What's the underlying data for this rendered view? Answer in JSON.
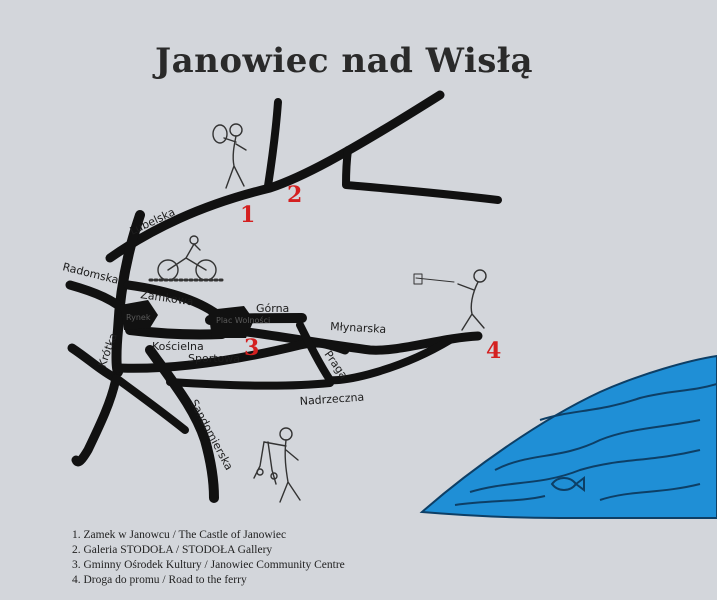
{
  "title": "Janowiec nad Wisłą",
  "colors": {
    "background": "#d3d6db",
    "road": "#111111",
    "marker": "#d42020",
    "river": "#1f8fd6"
  },
  "streets": {
    "lubelska": "Lubelska",
    "radomska": "Radomska",
    "zamkowa": "Zamkowa",
    "gorna": "Górna",
    "mlynarska": "Młynarska",
    "krotka": "Krótka",
    "koscielna": "Kościelna",
    "sportowa": "Sportowa",
    "praga": "Praga",
    "nadrzeczna": "Nadrzeczna",
    "sandomierska": "Sandomierska",
    "rynek": "Rynek",
    "plac_wolnosci": "Plac Wolności"
  },
  "markers": [
    "1",
    "2",
    "3",
    "4"
  ],
  "icons": [
    "saxophone-player-figure-icon",
    "cyclist-figure-icon",
    "trumpet-player-figure-icon",
    "puppeteer-figure-icon",
    "fish-icon"
  ],
  "legend": [
    "1. Zamek w Janowcu / The Castle of Janowiec",
    "2. Galeria STODOŁA / STODOŁA Gallery",
    "3. Gminny Ośrodek Kultury / Janowiec Community Centre",
    "4. Droga do promu / Road to the ferry"
  ]
}
